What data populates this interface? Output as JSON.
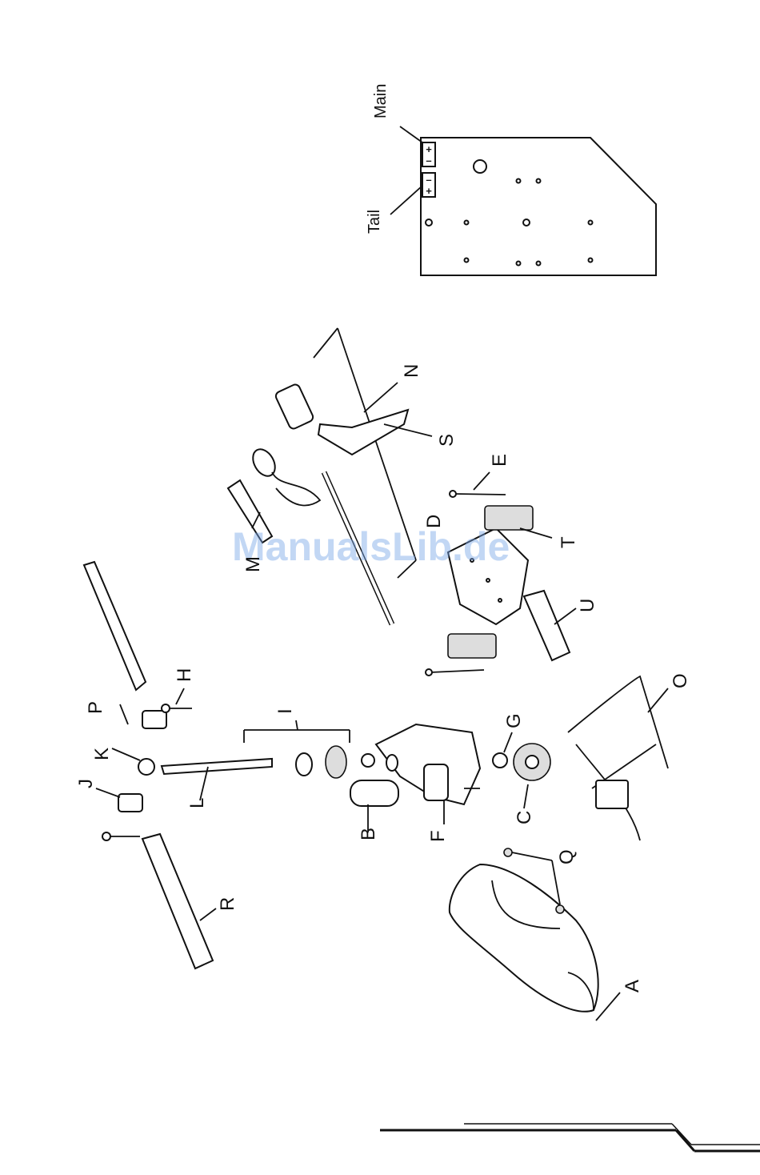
{
  "watermark": "ManualsLib.de",
  "board": {
    "main_label": "Main",
    "tail_label": "Tail",
    "plus": "+",
    "minus": "–"
  },
  "parts": {
    "A": "A",
    "B": "B",
    "C": "C",
    "D": "D",
    "E": "E",
    "F": "F",
    "G": "G",
    "H": "H",
    "I": "I",
    "J": "J",
    "K": "K",
    "L": "L",
    "M": "M",
    "N": "N",
    "O": "O",
    "P": "P",
    "Q": "Q",
    "R": "R",
    "S": "S",
    "T": "T",
    "U": "U"
  }
}
